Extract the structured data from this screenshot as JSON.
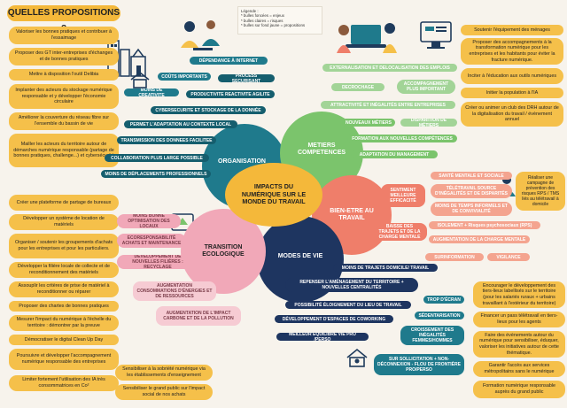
{
  "title": "QUELLES PROPOSITIONS ?",
  "legend": {
    "heading": "Légende :",
    "items": [
      "* bulles foncées = enjeux",
      "* bulles claires = risques",
      "* bulles sur fond jaune = propositions"
    ]
  },
  "center": "IMPACTS DU NUMÉRIQUE SUR LE MONDE DU TRAVAIL",
  "branches": {
    "organisation": "ORGANISATION",
    "metiers": "METIERS COMPETENCES",
    "bienetre": "BIEN-ETRE AU TRAVAIL",
    "modes": "MODES DE VIE",
    "transition": "TRANSITION ECOLOGIQUE"
  },
  "left_props": [
    "Valoriser les bonnes pratiques et contribuer à l'essaimage",
    "Proposer des GT inter-entreprises d'échanges et de bonnes pratiques",
    "Mettre à disposition l'outil Delibia",
    "Implanter des acteurs du stockage numérique responsable et y développer l'économie circulaire",
    "Améliorer la couverture du réseau fibre sur l'ensemble du bassin de vie",
    "Mailler les acteurs du territoire autour de démarches numérique responsable (partage de bonnes pratiques, challenge...) et cybersécurité",
    "Créer une plateforme de partage de bureaux",
    "Développer un système de location de matériels",
    "Organiser / soutenir les groupements d'achats pour les entreprises et pour les particuliers.",
    "Développer la filière locale de collecte et de reconditionnement des matériels",
    "Assouplir les critères de prise de matériel à reconditionner ou réparer",
    "Proposer des chartes de bonnes pratiques",
    "Mesurer l'impact du numérique à l'échelle du territoire : démontrer par la preuve",
    "Démocratiser le digital Clean Up Day",
    "Poursuivre et développer l'accompagnement numérique responsable des entreprises",
    "Limiter fortement l'utilisation des IA très consommatrices en Co²"
  ],
  "bottom_props": [
    "Sensibiliser à la sobriété numérique via les établissements d'enseignement",
    "Sensibiliser le grand public sur l'impact social de nos achats"
  ],
  "right_props": [
    "Soutenir l'équipement des ménages",
    "Proposer des accompagnements à la transformation numérique pour les entreprises et les habitants pour éviter la fracture numérique.",
    "Inciter à l'éducation aux outils numériques",
    "Initier la population à l'IA",
    "Créer ou animer un club des DRH autour de la digitalisation du travail / évènement annuel",
    "Réaliser une campagne de prévention des risques RPS / TMS liés au télétravail à domicile",
    "Encourager le développement des tiers-lieux labellisés sur le territoire (pour les salariés ruraux + urbains travaillant à l'extérieur du territoire)",
    "Financer un pass télétravail en tiers-lieux pour les agents",
    "Faire des évènements autour du numérique pour sensibiliser, éduquer, valoriser les initiatives autour de cette thématique.",
    "Garantir l'accès aux services métropolitains sans le numérique",
    "Formation numérique responsable auprès du grand public"
  ],
  "org_items": [
    "DÉPENDANCE À INTERNET",
    "COÛTS IMPORTANTS",
    "PROCESS SECURISANT",
    "MOINS DE CREATIVITE",
    "PRODUCTIVITE REACTIVITE AGILITE",
    "CYBERSECURITE ET STOCKAGE DE LA DONNÉE",
    "PERMET L'ADAPTATION AU CONTEXTE LOCAL",
    "TRANSMISSION DES DONNEES FACILITEE",
    "COLLABORATION PLUS LARGE POSSIBLE",
    "MOINS DE DÉPLACEMENTS PROFESSIONNELS"
  ],
  "metiers_items": [
    "EXTERNALISATION ET DELOCALISATION DES EMPLOIS",
    "DECROCHAGE",
    "ACCOMPAGNEMENT PLUS IMPORTANT",
    "ATTRACTIVITÉ ET INÉGALITÉS ENTRE ENTREPRISES",
    "NOUVEAUX MÉTIERS",
    "DISPARITION DE MÉTIERS",
    "FORMATION AUX NOUVELLES COMPÉTENCES",
    "ADAPTATION DU MANAGEMENT"
  ],
  "bienetre_items": [
    "SANTÉ MENTALE ET SOCIALE",
    "SENTIMENT MEILLEURE EFFICACITÉ",
    "TÉLÉTRAVAIL SOURCE D'INÉGALITÉS ET DE DISPARITÉS",
    "MOINS DE TEMPS INFORMELS ET DE CONVIVIALITÉ",
    "BAISSE DES TRAJETS ET DE LA CHARGE MENTALE",
    "ISOLEMENT + Risques psychosociaux (RPS)",
    "AUGMENTATION DE LA CHARGE MENTALE",
    "SURINFORMATION",
    "VIGILANCE"
  ],
  "modes_items": [
    "MOINS DE TRAJETS DOMICILE/ TRAVAIL",
    "REPENSER L'AMÉNAGEMENT DU TERRITOIRE + NOUVELLES CENTRALITÉS",
    "TROP D'ÉCRAN",
    "POSSIBILITÉ ÉLOIGNEMENT DU LIEU DE TRAVAIL",
    "SÉDENTARISATION",
    "DÉVELOPPEMENT D'ESPACES DE COWORKING",
    "CROISSEMENT DES INÉGALITÉS FEMMES/HOMMES",
    "MEILLEUR ÉQUILIBRE VIE PRO /PERSO",
    "SUR SOLLICITATION + NON-DÉCONNEXION - FLOU DE FRONTIÈRE PRO/PERSO"
  ],
  "transition_items": [
    "MOINS BONNE OPTIMISATION DES LOCAUX",
    "ECORESPONSABILITÉ ACHATS ET MAINTENANCE",
    "DÉVELOPPEMENT DE NOUVELLES FILIÈRES : RECYCLAGE",
    "AUGMENTATION CONSOMMATIONS D'ÉNERGIES ET DE RESSOURCES",
    "AUGMENTATION DE L'IMPACT CARBONE ET DE LA POLLUTION"
  ]
}
